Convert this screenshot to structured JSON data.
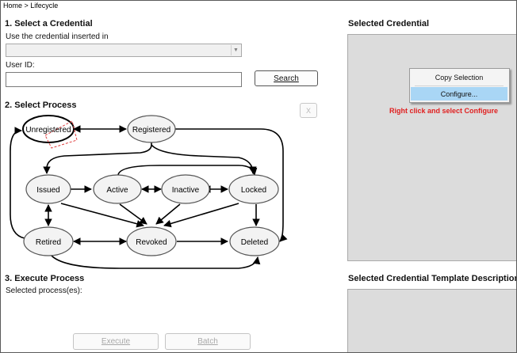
{
  "breadcrumb": "Home > Lifecycle",
  "select_credential": {
    "heading": "1. Select a Credential",
    "inserted_label": "Use the credential inserted in",
    "reader_value": "",
    "user_id_label": "User ID:",
    "user_id_value": "",
    "search_label": "Search"
  },
  "select_process": {
    "heading": "2. Select Process",
    "clear_label": "X",
    "states": {
      "unregistered": "Unregistered",
      "registered": "Registered",
      "issued": "Issued",
      "active": "Active",
      "inactive": "Inactive",
      "locked": "Locked",
      "retired": "Retired",
      "revoked": "Revoked",
      "deleted": "Deleted"
    }
  },
  "execute_process": {
    "heading": "3. Execute Process",
    "selected_label": "Selected process(es):",
    "execute_label": "Execute",
    "batch_label": "Batch"
  },
  "right_panel": {
    "selected_credential_heading": "Selected Credential",
    "template_heading": "Selected Credential Template Description",
    "annotation": "Right click and select Configure"
  },
  "context_menu": {
    "items": [
      "Copy Selection",
      "Configure..."
    ],
    "highlighted_index": 1
  }
}
